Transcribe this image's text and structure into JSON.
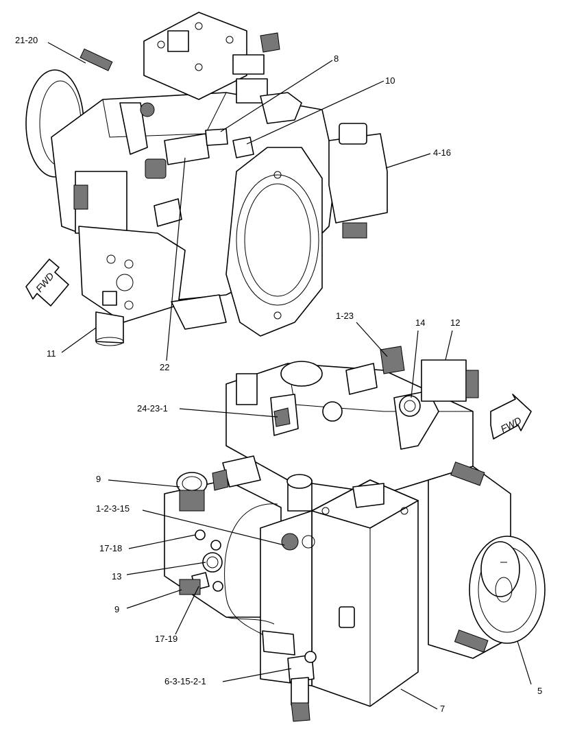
{
  "callouts": {
    "c_21_20": "21-20",
    "c_8": "8",
    "c_10": "10",
    "c_4_16": "4-16",
    "c_11": "11",
    "c_22": "22",
    "c_1_23": "1-23",
    "c_14": "14",
    "c_12": "12",
    "c_24_23_1": "24-23-1",
    "c_9_top": "9",
    "c_1_2_3_15": "1-2-3-15",
    "c_17_18": "17-18",
    "c_13": "13",
    "c_9_bottom": "9",
    "c_17_19": "17-19",
    "c_6_3_15_2_1": "6-3-15-2-1",
    "c_7": "7",
    "c_5": "5"
  },
  "arrows": {
    "fwd_left": "FWD",
    "fwd_right": "FWD"
  },
  "icons": {
    "fwd_left": "forward-arrow-icon",
    "fwd_right": "forward-arrow-icon"
  }
}
